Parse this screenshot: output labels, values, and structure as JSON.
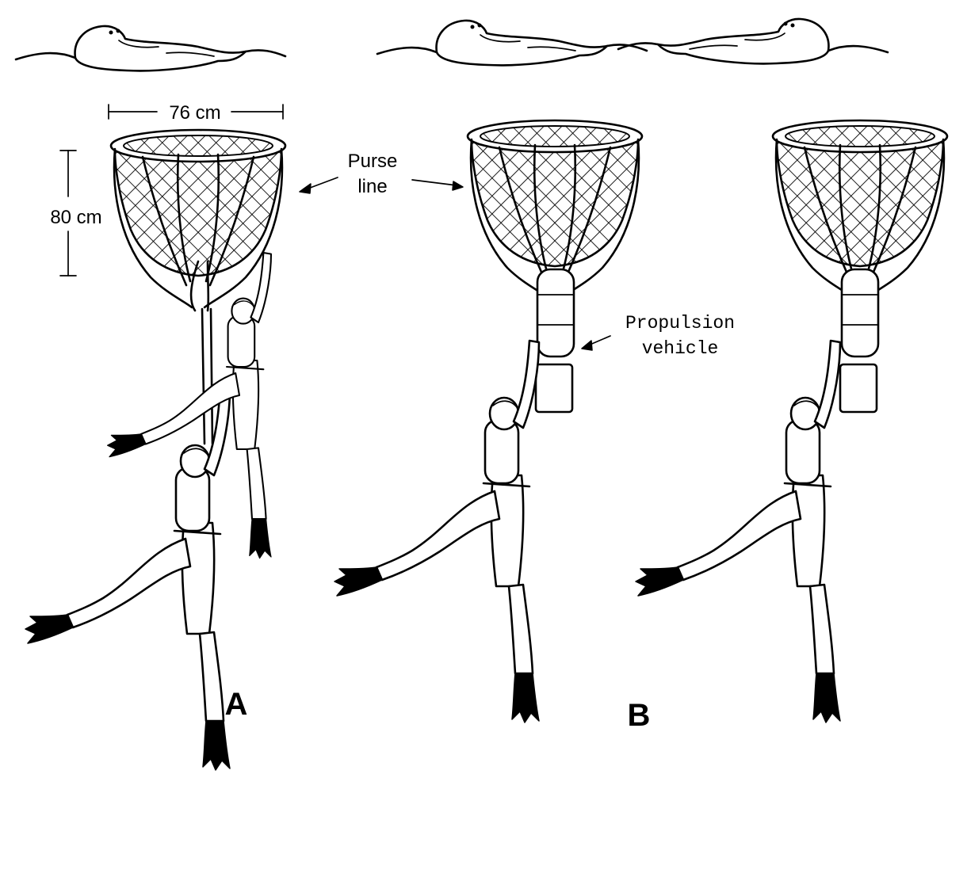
{
  "labels": {
    "width": "76 cm",
    "height": "80 cm",
    "purse_line_1": "Purse",
    "purse_line_2": "line",
    "propulsion_1": "Propulsion",
    "propulsion_2": "vehicle",
    "panel_a": "A",
    "panel_b": "B"
  },
  "colors": {
    "ink": "#000000",
    "paper": "#ffffff"
  }
}
